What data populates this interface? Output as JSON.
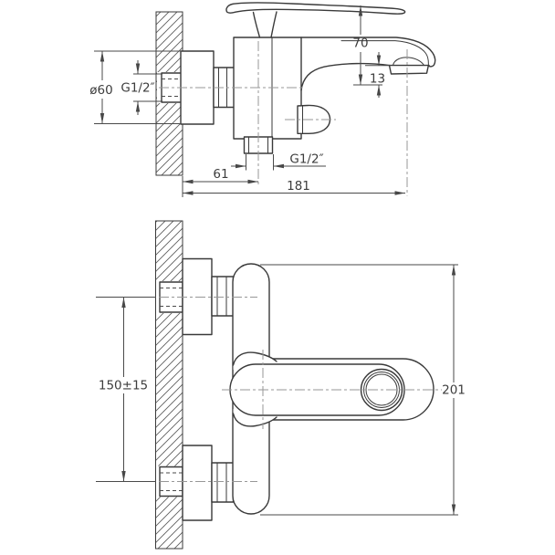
{
  "drawing": {
    "kind": "technical dimension drawing, two orthographic views of a wall-mounted single-lever bath mixer",
    "colors": {
      "background": "#ffffff",
      "outline": "#3a3a3a",
      "dimension_lines": "#4a4a4a",
      "centerlines": "#979797",
      "text": "#3d3d3d"
    }
  },
  "dims": {
    "flange_diameter": "ø60",
    "wall_thread": "G1/2″",
    "handle_height": "70",
    "spout_drop": "13",
    "outlet_offset": "61",
    "total_reach": "181",
    "outlet_thread": "G1/2″",
    "mounting_centres": "150±15",
    "body_height": "201"
  }
}
